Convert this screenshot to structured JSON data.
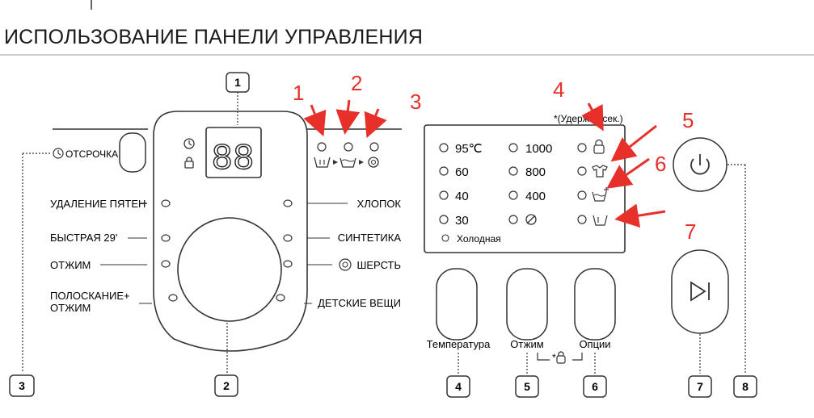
{
  "page": {
    "title": "ИСПОЛЬЗОВАНИЕ ПАНЕЛИ УПРАВЛЕНИЯ"
  },
  "display": {
    "digits": "88"
  },
  "callouts": [
    "1",
    "2",
    "3",
    "4",
    "5",
    "6",
    "7",
    "8"
  ],
  "red_numbers": [
    "1",
    "2",
    "3",
    "4",
    "5",
    "6",
    "7"
  ],
  "delay_button": {
    "label": "ОТСРОЧКА"
  },
  "programs_left": [
    "УДАЛЕНИЕ ПЯТЕН",
    "БЫСТРАЯ 29'",
    "ОТЖИМ",
    "ПОЛОСКАНИЕ+",
    "ОТЖИМ"
  ],
  "programs_right": [
    "ХЛОПОК",
    "СИНТЕТИКА",
    "ШЕРСТЬ",
    "ДЕТСКИЕ ВЕЩИ"
  ],
  "settings": {
    "note": "*(Удерж. 3 сек.)",
    "temperatures": [
      "95℃",
      "60",
      "40",
      "30"
    ],
    "cold_label": "Холодная",
    "spin_speeds": [
      "1000",
      "800",
      "400"
    ],
    "buttons": [
      "Температура",
      "Отжим",
      "Опции"
    ]
  },
  "colors": {
    "annotation_red": "#e8302a",
    "line": "#333333"
  }
}
